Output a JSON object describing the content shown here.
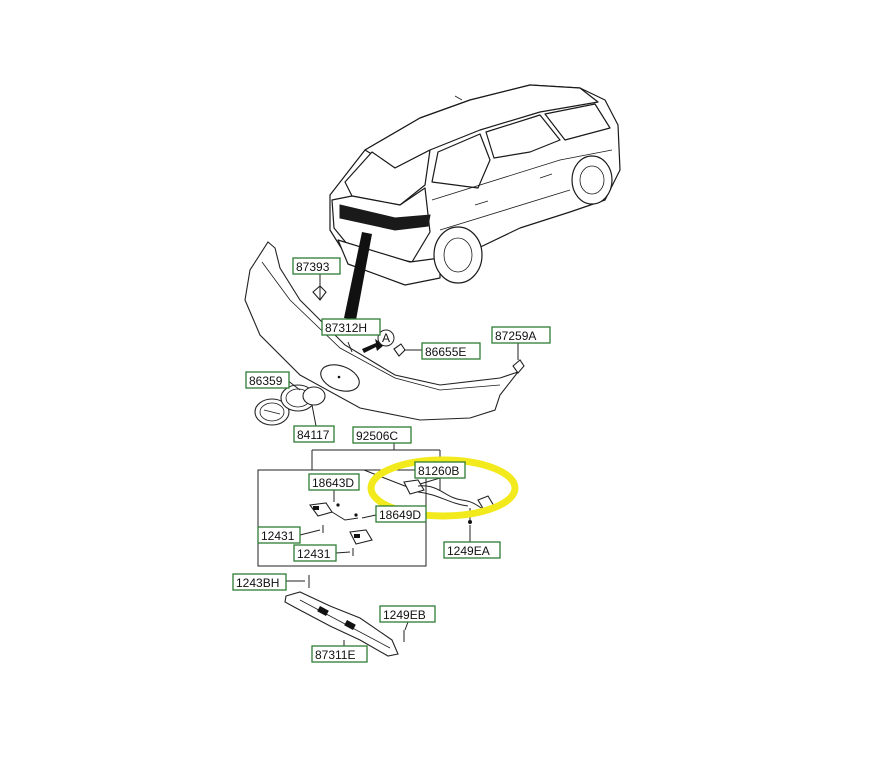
{
  "labels": {
    "p87393": "87393",
    "p87312H": "87312H",
    "p86655E": "86655E",
    "p87259A": "87259A",
    "p86359": "86359",
    "p84117": "84117",
    "p92506C": "92506C",
    "p81260B": "81260B",
    "p18643D": "18643D",
    "p18649D": "18649D",
    "p12431a": "12431",
    "p12431b": "12431",
    "p1249EA": "1249EA",
    "p1243BH": "1243BH",
    "p1249EB": "1249EB",
    "p87311E": "87311E",
    "callout_a": "A"
  },
  "highlight": {
    "color": "#f2ea1c"
  },
  "colors": {
    "label_border": "#2e7d32",
    "line": "#222222"
  }
}
